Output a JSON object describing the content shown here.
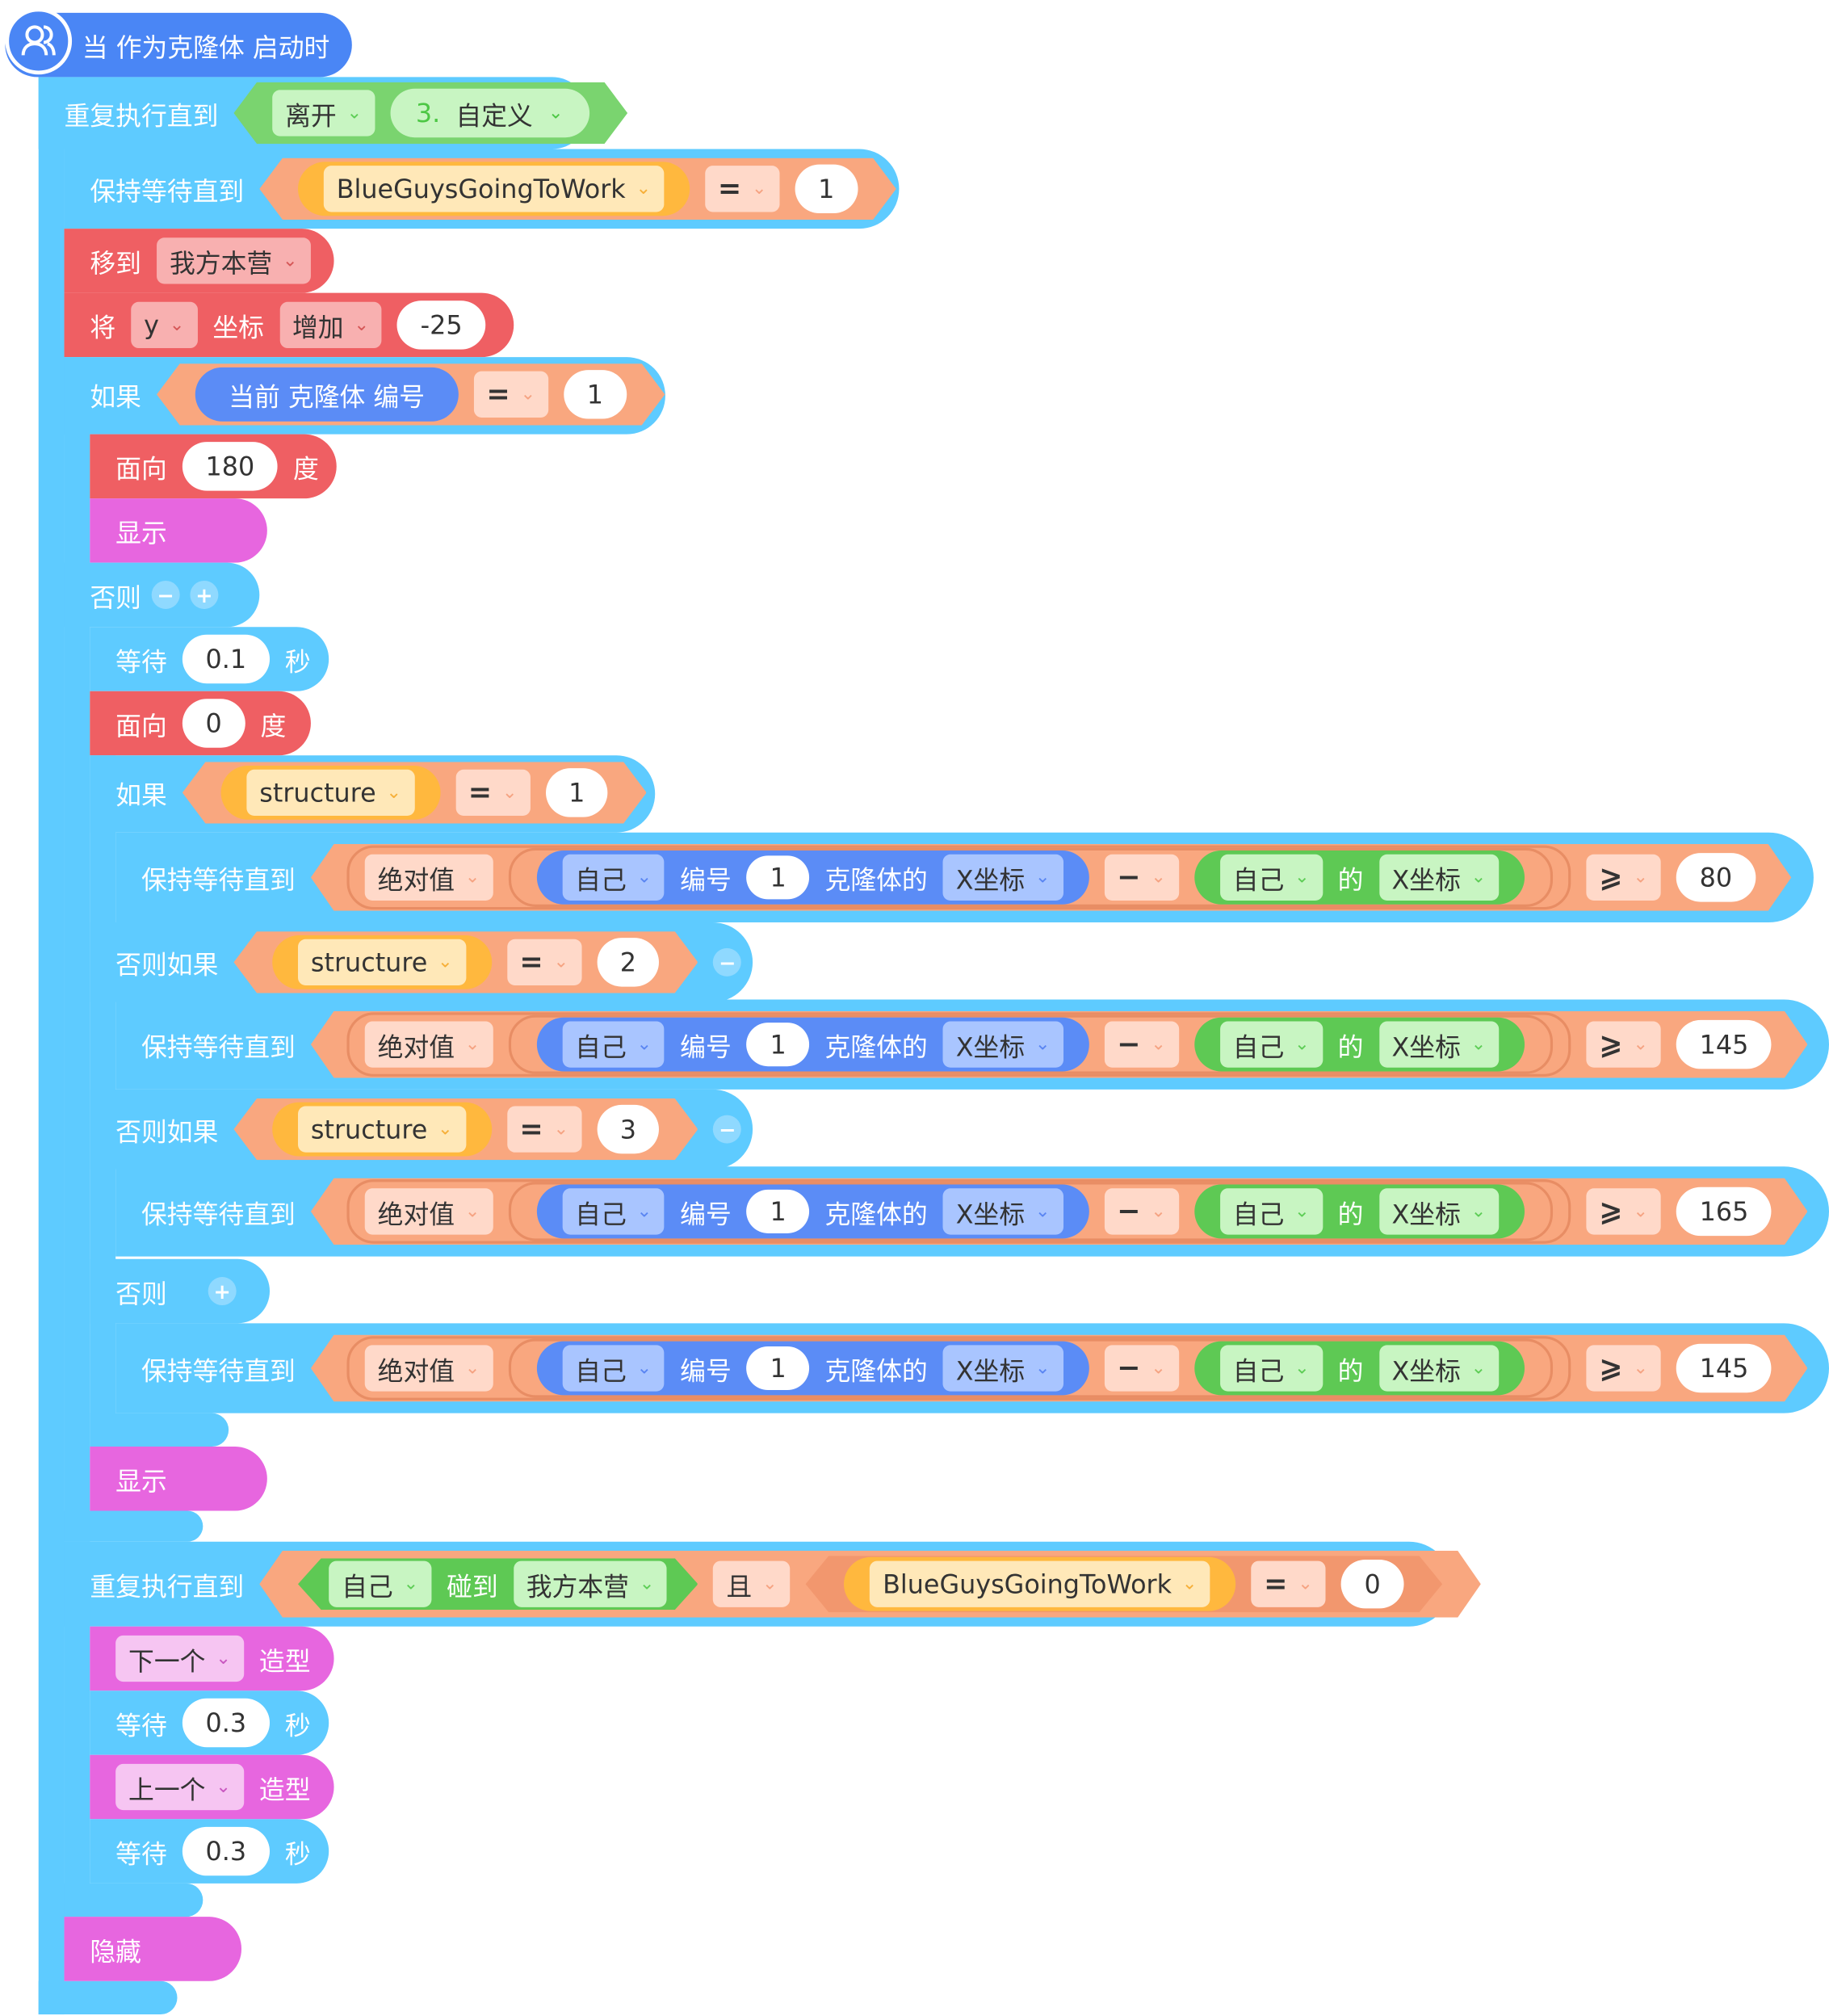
{
  "hat": {
    "label": "当 作为克隆体 启动时"
  },
  "repeat1": {
    "label": "重复执行直到",
    "cond": {
      "left": "离开",
      "right_num": "3.",
      "right": "自定义"
    }
  },
  "wait_until_1": {
    "label": "保持等待直到",
    "var": "BlueGuysGoingToWork",
    "op": "=",
    "value": "1"
  },
  "goto": {
    "label": "移到",
    "target": "我方本营"
  },
  "change_y": {
    "label": "将",
    "axis": "y",
    "label2": "坐标",
    "mode": "增加",
    "value": "-25"
  },
  "if1": {
    "label": "如果",
    "reporter": "当前 克隆体 编号",
    "op": "=",
    "value": "1"
  },
  "face180": {
    "label": "面向",
    "value": "180",
    "unit": "度"
  },
  "show1": {
    "label": "显示"
  },
  "else1": {
    "label": "否则"
  },
  "wait01": {
    "label": "等待",
    "value": "0.1",
    "unit": "秒"
  },
  "face0": {
    "label": "面向",
    "value": "0",
    "unit": "度"
  },
  "if2": {
    "label": "如果",
    "var": "structure",
    "op": "=",
    "value": "1"
  },
  "elseif_label": "否则如果",
  "elseif_a": {
    "var": "structure",
    "op": "=",
    "value": "2"
  },
  "elseif_b": {
    "var": "structure",
    "op": "=",
    "value": "3"
  },
  "else2": {
    "label": "否则"
  },
  "wait_until_rows": [
    {
      "label": "保持等待直到",
      "abs": "绝对值",
      "self": "自己",
      "num_label": "编号",
      "num": "1",
      "clone_of": "克隆体的",
      "xcoord": "X坐标",
      "minus": "−",
      "self2": "自己",
      "of": "的",
      "xcoord2": "X坐标",
      "cmp": "⩾",
      "value": "80"
    },
    {
      "label": "保持等待直到",
      "abs": "绝对值",
      "self": "自己",
      "num_label": "编号",
      "num": "1",
      "clone_of": "克隆体的",
      "xcoord": "X坐标",
      "minus": "−",
      "self2": "自己",
      "of": "的",
      "xcoord2": "X坐标",
      "cmp": "⩾",
      "value": "145"
    },
    {
      "label": "保持等待直到",
      "abs": "绝对值",
      "self": "自己",
      "num_label": "编号",
      "num": "1",
      "clone_of": "克隆体的",
      "xcoord": "X坐标",
      "minus": "−",
      "self2": "自己",
      "of": "的",
      "xcoord2": "X坐标",
      "cmp": "⩾",
      "value": "165"
    },
    {
      "label": "保持等待直到",
      "abs": "绝对值",
      "self": "自己",
      "num_label": "编号",
      "num": "1",
      "clone_of": "克隆体的",
      "xcoord": "X坐标",
      "minus": "−",
      "self2": "自己",
      "of": "的",
      "xcoord2": "X坐标",
      "cmp": "⩾",
      "value": "145"
    }
  ],
  "show2": {
    "label": "显示"
  },
  "repeat2": {
    "label": "重复执行直到",
    "self": "自己",
    "touch": "碰到",
    "target": "我方本营",
    "and": "且",
    "var": "BlueGuysGoingToWork",
    "op": "=",
    "value": "0"
  },
  "next_costume": {
    "mode": "下一个",
    "label": "造型"
  },
  "wait03a": {
    "label": "等待",
    "value": "0.3",
    "unit": "秒"
  },
  "prev_costume": {
    "mode": "上一个",
    "label": "造型"
  },
  "wait03b": {
    "label": "等待",
    "value": "0.3",
    "unit": "秒"
  },
  "hide": {
    "label": "隐藏"
  },
  "colors": {
    "control": "#5ecbff",
    "motion": "#ef5f63",
    "looks": "#e766df",
    "operator": "#f9a77f",
    "sensing": "#5ec954",
    "variable": "#ffb83e",
    "clone": "#5b8cf6"
  }
}
